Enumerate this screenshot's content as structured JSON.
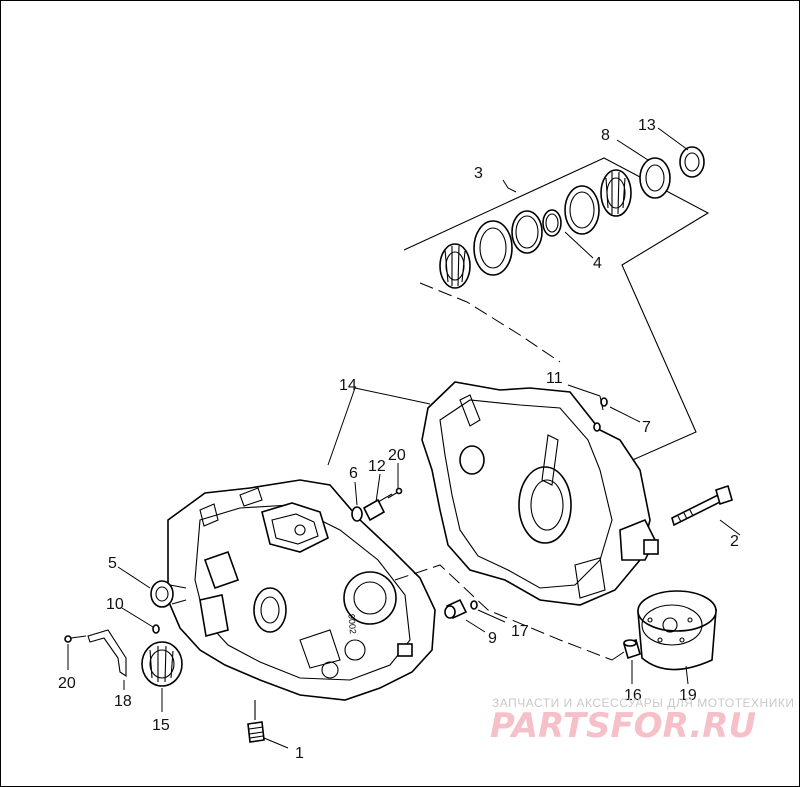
{
  "callouts": [
    {
      "id": "1",
      "text": "1"
    },
    {
      "id": "2",
      "text": "2"
    },
    {
      "id": "3",
      "text": "3"
    },
    {
      "id": "4",
      "text": "4"
    },
    {
      "id": "5",
      "text": "5"
    },
    {
      "id": "6",
      "text": "6"
    },
    {
      "id": "7",
      "text": "7"
    },
    {
      "id": "8",
      "text": "8"
    },
    {
      "id": "9",
      "text": "9"
    },
    {
      "id": "10",
      "text": "10"
    },
    {
      "id": "11",
      "text": "11"
    },
    {
      "id": "12",
      "text": "12"
    },
    {
      "id": "13",
      "text": "13"
    },
    {
      "id": "14",
      "text": "14"
    },
    {
      "id": "15",
      "text": "15"
    },
    {
      "id": "16",
      "text": "16"
    },
    {
      "id": "17",
      "text": "17"
    },
    {
      "id": "18",
      "text": "18"
    },
    {
      "id": "19",
      "text": "19"
    },
    {
      "id": "20a",
      "text": "20"
    },
    {
      "id": "20b",
      "text": "20"
    }
  ],
  "case_marking": "9002",
  "watermark": {
    "tagline": "ЗАПЧАСТИ И АКСЕССУАРЫ ДЛЯ МОТОТЕХНИКИ",
    "brand": "PARTSFOR.RU"
  }
}
